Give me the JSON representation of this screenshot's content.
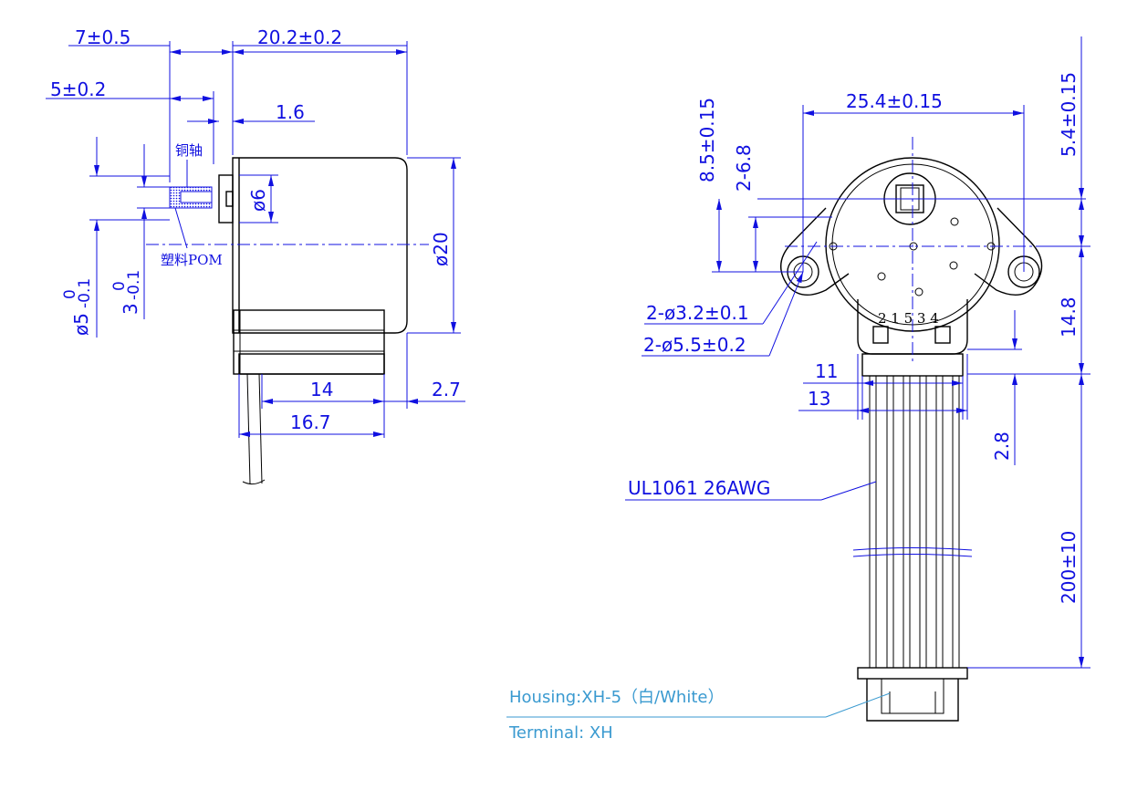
{
  "side_view": {
    "dims": {
      "shaft_len": "7±0.5",
      "body_depth": "20.2±0.2",
      "shaft_part": "5±0.2",
      "flange": "1.6",
      "boss_dia": "ø6",
      "body_dia": "ø20",
      "shaft_dia": "ø5",
      "shaft_dia_tol_upper": "0",
      "shaft_dia_tol_lower": "-0.1",
      "flat_width": "3",
      "flat_tol_upper": "0",
      "flat_tol_lower": "-0.1",
      "bracket_len": "14",
      "bracket_offset": "2.7",
      "bracket_total": "16.7"
    },
    "labels": {
      "copper_shaft": "铜轴",
      "plastic_pom": "塑料POM"
    }
  },
  "front_view": {
    "dims": {
      "mount_pitch": "25.4±0.15",
      "flange_height": "8.5±0.15",
      "boss_offset": "2-6.8",
      "shaft_offset": "5.4±0.15",
      "hole_dia": "2-ø3.2±0.1",
      "boss_dia": "2-ø5.5±0.2",
      "connector_height": "14.8",
      "housing_width": "11",
      "housing_total": "13",
      "lead_step": "2.8",
      "lead_length": "200±10"
    },
    "pin_order": "2 1 5 3 4",
    "wire_spec": "UL1061 26AWG",
    "housing_note": "Housing:XH-5（白/White）",
    "terminal_note": "Terminal: XH"
  },
  "colors": {
    "dimension": "#1010e0",
    "outline": "#000000",
    "note": "#3a9ad0"
  }
}
